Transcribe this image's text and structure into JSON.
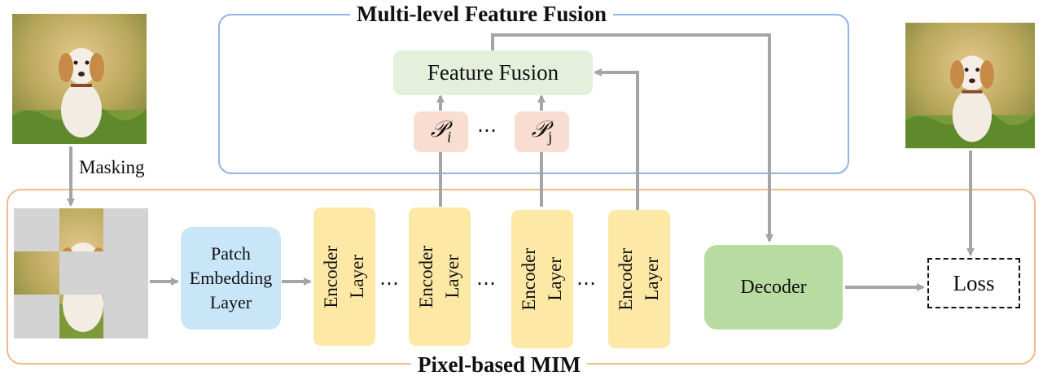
{
  "fusion_frame": {
    "title": "Multi-level Feature Fusion"
  },
  "mim_frame": {
    "title": "Pixel-based MIM"
  },
  "feature_fusion": {
    "label": "Feature Fusion"
  },
  "p_i": {
    "symbol": "𝒫",
    "sub": "i"
  },
  "p_j": {
    "symbol": "𝒫",
    "sub": "j"
  },
  "fusion_dots": "⋯",
  "masking_label": "Masking",
  "patch_embedding": {
    "label": "Patch\nEmbedding\nLayer"
  },
  "encoders": [
    {
      "label": "Encoder\nLayer"
    },
    {
      "label": "Encoder\nLayer"
    },
    {
      "label": "Encoder\nLayer"
    },
    {
      "label": "Encoder\nLayer"
    }
  ],
  "encoder_dots": [
    "⋯",
    "⋯",
    "⋯"
  ],
  "decoder": {
    "label": "Decoder"
  },
  "loss": {
    "label": "Loss"
  },
  "colors": {
    "fusion_border": "#8fb4ea",
    "mim_border": "#f0b98f",
    "feature_fusion_fill": "#e4f0dc",
    "p_fill": "#f9ddd0",
    "patch_fill": "#c8e6f8",
    "encoder_fill": "#fde8a6",
    "decoder_fill": "#b7dba0",
    "arrow": "#a5a5a5",
    "mask_gray": "#d3d3d3"
  }
}
